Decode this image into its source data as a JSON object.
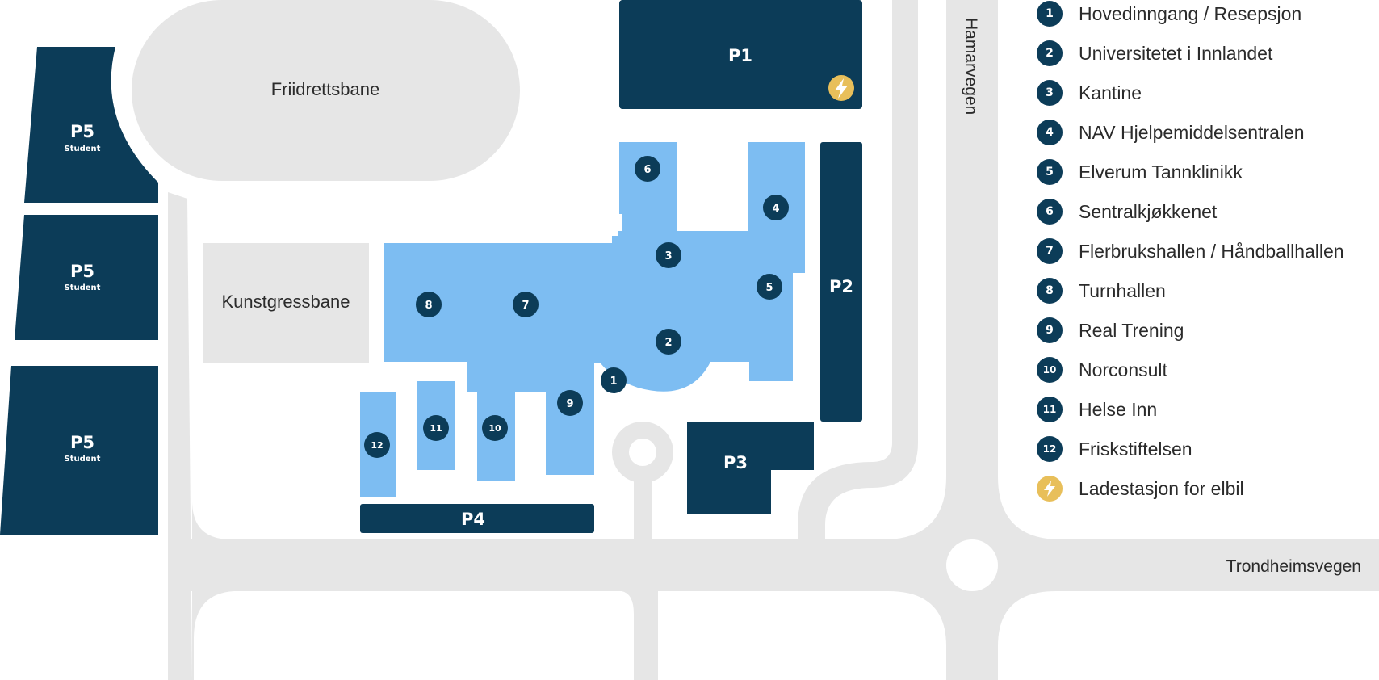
{
  "fields": {
    "track": "Friidrettsbane",
    "turf": "Kunstgressbane"
  },
  "roads": {
    "hamarvegen": "Hamarvegen",
    "trondheimsvegen": "Trondheimsvegen"
  },
  "parking": {
    "p1": "P1",
    "p2": "P2",
    "p3": "P3",
    "p4": "P4",
    "p5": "P5",
    "p5_sub": "Student"
  },
  "markers": [
    "1",
    "2",
    "3",
    "4",
    "5",
    "6",
    "7",
    "8",
    "9",
    "10",
    "11",
    "12"
  ],
  "legend": [
    {
      "num": "1",
      "label": "Hovedinngang / Resepsjon"
    },
    {
      "num": "2",
      "label": "Universitetet i Innlandet"
    },
    {
      "num": "3",
      "label": "Kantine"
    },
    {
      "num": "4",
      "label": "NAV Hjelpemiddelsentralen"
    },
    {
      "num": "5",
      "label": "Elverum Tannklinikk"
    },
    {
      "num": "6",
      "label": "Sentralkjøkkenet"
    },
    {
      "num": "7",
      "label": "Flerbrukshallen / Håndballhallen"
    },
    {
      "num": "8",
      "label": "Turnhallen"
    },
    {
      "num": "9",
      "label": "Real Trening"
    },
    {
      "num": "10",
      "label": "Norconsult"
    },
    {
      "num": "11",
      "label": "Helse Inn"
    },
    {
      "num": "12",
      "label": "Friskstiftelsen"
    },
    {
      "num": "",
      "label": "Ladestasjon for elbil",
      "icon": "lightning-bolt-icon"
    }
  ],
  "colors": {
    "parking": "#0c3c58",
    "building": "#7dbdf2",
    "road": "#e6e6e6",
    "charging": "#e8bf5a"
  }
}
